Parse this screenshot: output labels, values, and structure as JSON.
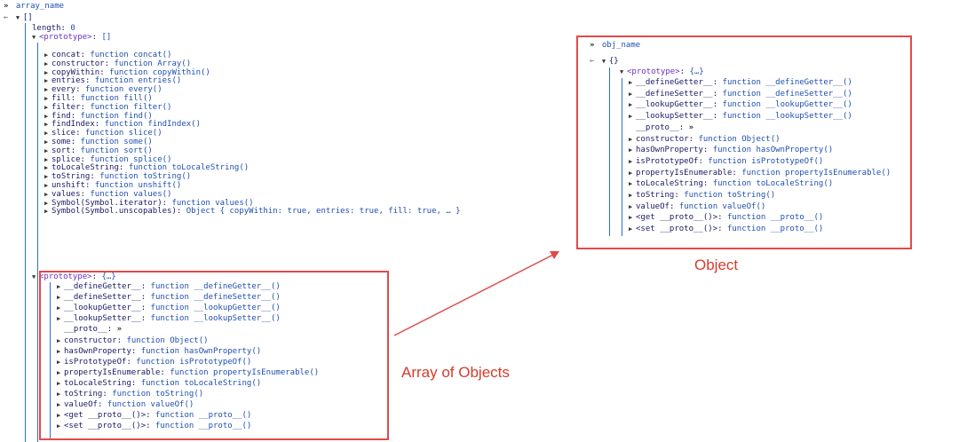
{
  "left_console": {
    "prompt": "»",
    "input": "array_name",
    "back": "←",
    "array_summary": "[]",
    "length_key": "length",
    "length_value": "0",
    "proto_key": "<prototype>",
    "proto_value": "[]",
    "methods": [
      {
        "key": "concat",
        "value": "function concat()"
      },
      {
        "key": "constructor",
        "value": "function Array()"
      },
      {
        "key": "copyWithin",
        "value": "function copyWithin()"
      },
      {
        "key": "entries",
        "value": "function entries()"
      },
      {
        "key": "every",
        "value": "function every()"
      },
      {
        "key": "fill",
        "value": "function fill()"
      },
      {
        "key": "filter",
        "value": "function filter()"
      },
      {
        "key": "find",
        "value": "function find()"
      },
      {
        "key": "findIndex",
        "value": "function findIndex()"
      },
      {
        "key": "slice",
        "value": "function slice()"
      },
      {
        "key": "some",
        "value": "function some()"
      },
      {
        "key": "sort",
        "value": "function sort()"
      },
      {
        "key": "splice",
        "value": "function splice()"
      },
      {
        "key": "toLocaleString",
        "value": "function toLocaleString()"
      },
      {
        "key": "toString",
        "value": "function toString()"
      },
      {
        "key": "unshift",
        "value": "function unshift()"
      },
      {
        "key": "values",
        "value": "function values()"
      },
      {
        "key": "Symbol(Symbol.iterator)",
        "value": "function values()"
      },
      {
        "key": "Symbol(Symbol.unscopables)",
        "value": "Object { copyWithin: true, entries: true, fill: true, … }"
      }
    ],
    "inner_proto_key": "<prototype>",
    "inner_proto_value": "{…}"
  },
  "object_proto": {
    "getters": [
      {
        "key": "__defineGetter__",
        "value": "function __defineGetter__()"
      },
      {
        "key": "__defineSetter__",
        "value": "function __defineSetter__()"
      },
      {
        "key": "__lookupGetter__",
        "value": "function __lookupGetter__()"
      },
      {
        "key": "__lookupSetter__",
        "value": "function __lookupSetter__()"
      }
    ],
    "proto_key": "__proto__",
    "proto_value": "»",
    "methods": [
      {
        "key": "constructor",
        "value": "function Object()"
      },
      {
        "key": "hasOwnProperty",
        "value": "function hasOwnProperty()"
      },
      {
        "key": "isPrototypeOf",
        "value": "function isPrototypeOf()"
      },
      {
        "key": "propertyIsEnumerable",
        "value": "function propertyIsEnumerable()"
      },
      {
        "key": "toLocaleString",
        "value": "function toLocaleString()"
      },
      {
        "key": "toString",
        "value": "function toString()"
      },
      {
        "key": "valueOf",
        "value": "function valueOf()"
      },
      {
        "key": "<get __proto__()>",
        "value": "function __proto__()"
      },
      {
        "key": "<set __proto__()>",
        "value": "function __proto__()"
      }
    ]
  },
  "right_console": {
    "prompt": "»",
    "input": "obj_name",
    "back": "←",
    "obj_summary": "{}",
    "proto_key": "<prototype>",
    "proto_value": "{…}"
  },
  "labels": {
    "array_caption": "Array of Objects",
    "object_caption": "Object"
  },
  "colors": {
    "annotation_red": "#e04a4a",
    "guide_blue": "#2a6fd6"
  }
}
